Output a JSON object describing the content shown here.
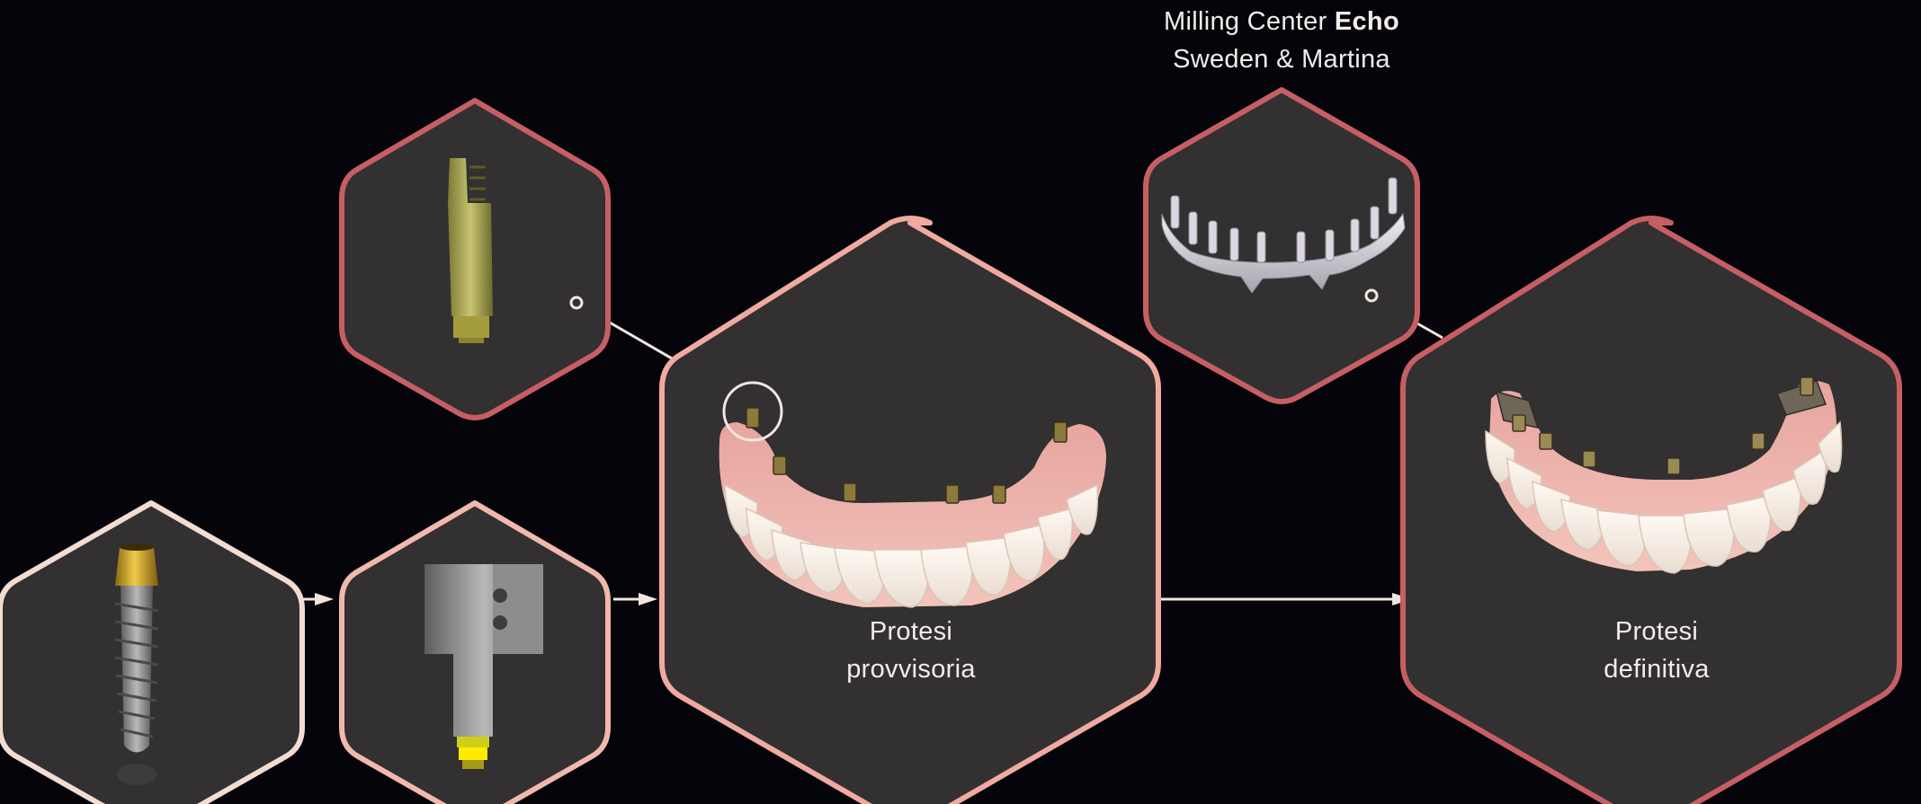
{
  "header": {
    "line1_prefix": "Milling Center ",
    "line1_bold": "Echo",
    "line2": "Sweden & Martina"
  },
  "nodes": {
    "prov_line1": "Protesi",
    "prov_line2": "provvisoria",
    "def_line1": "Protesi",
    "def_line2": "definitiva"
  },
  "colors": {
    "background": "#05040a",
    "hex_fill": "#323031",
    "border_light": "#f3dcd2",
    "border_salmon": "#f0aaa0",
    "border_rose": "#c65f63",
    "connector": "#f2e6df",
    "text": "#f2ecea"
  },
  "icons": [
    "implant-icon",
    "scan-body-icon",
    "transfer-coping-icon",
    "provisional-denture-icon",
    "titanium-bar-icon",
    "definitive-denture-icon"
  ]
}
